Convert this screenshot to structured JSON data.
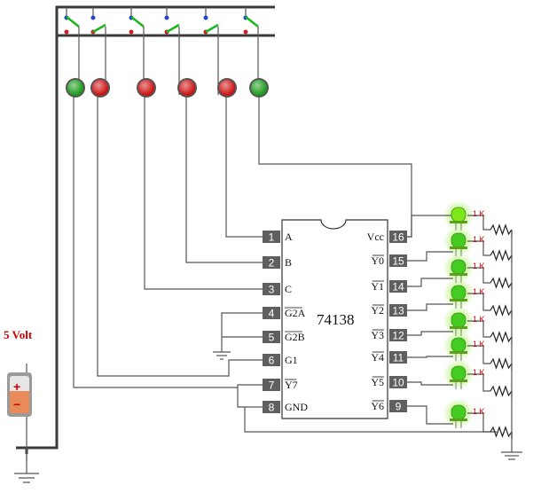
{
  "power": {
    "label": "5 Volt",
    "plus_symbol": "+",
    "minus_symbol": "−"
  },
  "chip": {
    "name": "74138",
    "left_pins": [
      {
        "num": "1",
        "label": "A",
        "overbar": false
      },
      {
        "num": "2",
        "label": "B",
        "overbar": false
      },
      {
        "num": "3",
        "label": "C",
        "overbar": false
      },
      {
        "num": "4",
        "label": "G2A",
        "overbar": true
      },
      {
        "num": "5",
        "label": "G2B",
        "overbar": true
      },
      {
        "num": "6",
        "label": "G1",
        "overbar": false
      },
      {
        "num": "7",
        "label": "Y7",
        "overbar": true
      },
      {
        "num": "8",
        "label": "GND",
        "overbar": false
      }
    ],
    "right_pins": [
      {
        "num": "16",
        "label": "Vcc",
        "overbar": false
      },
      {
        "num": "15",
        "label": "Y0",
        "overbar": true
      },
      {
        "num": "14",
        "label": "Y1",
        "overbar": true
      },
      {
        "num": "13",
        "label": "Y2",
        "overbar": true
      },
      {
        "num": "12",
        "label": "Y3",
        "overbar": true
      },
      {
        "num": "11",
        "label": "Y4",
        "overbar": true
      },
      {
        "num": "10",
        "label": "Y5",
        "overbar": true
      },
      {
        "num": "9",
        "label": "Y6",
        "overbar": true
      }
    ]
  },
  "resistors": [
    "1 K",
    "1 K",
    "1 K",
    "1 K",
    "1 K",
    "1 K",
    "1 K",
    "1 K"
  ],
  "indicator_colors": [
    "#1a9a1a",
    "#cc1111",
    "#cc1111",
    "#cc1111",
    "#cc1111",
    "#1a9a1a"
  ],
  "colors": {
    "output_led": "#7fe61a",
    "output_led_on": "#44cc22",
    "switch_blade": "#1bb81b",
    "top_contact": "#2244cc",
    "bottom_contact": "#cc2222"
  }
}
